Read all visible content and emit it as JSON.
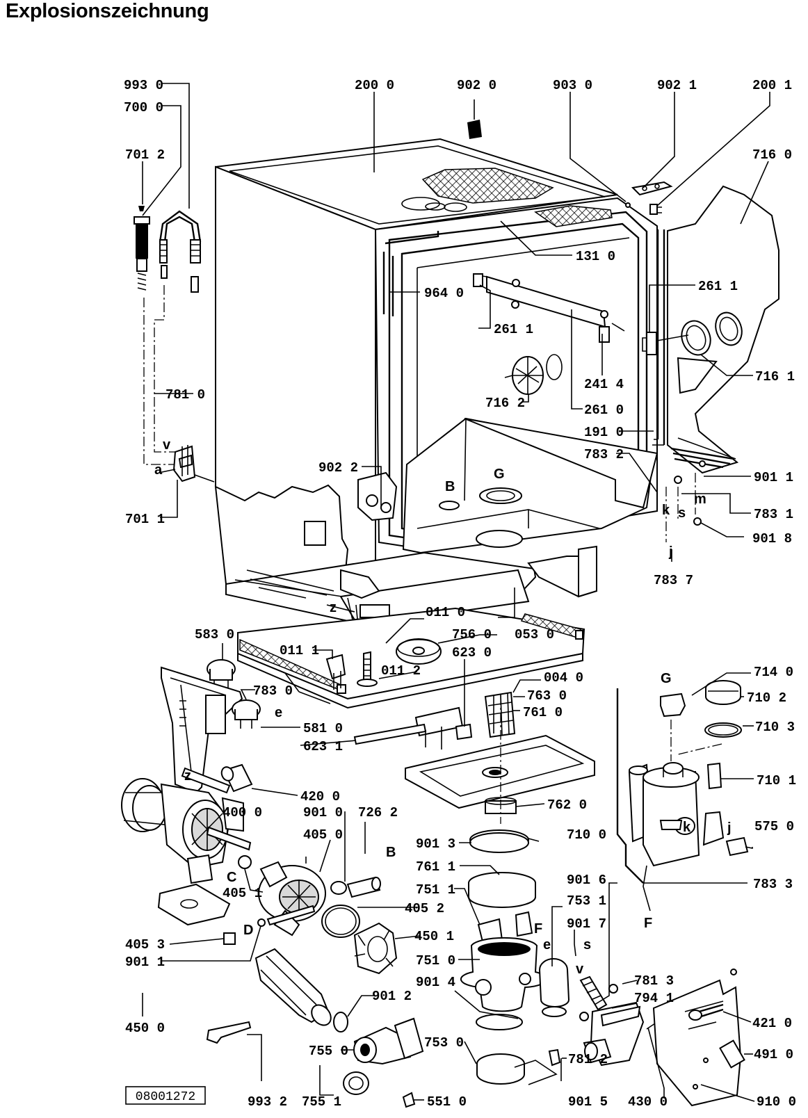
{
  "title": "Explosionszeichnung",
  "drawing_number": "08001272",
  "callouts": [
    {
      "id": "c1",
      "text": "993 0"
    },
    {
      "id": "c2",
      "text": "700 0"
    },
    {
      "id": "c3",
      "text": "701 2"
    },
    {
      "id": "c4",
      "text": "200 0"
    },
    {
      "id": "c5",
      "text": "902 0"
    },
    {
      "id": "c6",
      "text": "903 0"
    },
    {
      "id": "c7",
      "text": "902 1"
    },
    {
      "id": "c8",
      "text": "200 1"
    },
    {
      "id": "c9",
      "text": "716 0"
    },
    {
      "id": "c10",
      "text": "131 0"
    },
    {
      "id": "c11",
      "text": "964 0"
    },
    {
      "id": "c12",
      "text": "261 1"
    },
    {
      "id": "c13",
      "text": "261 1"
    },
    {
      "id": "c14",
      "text": "716 1"
    },
    {
      "id": "c15",
      "text": "241 4"
    },
    {
      "id": "c16",
      "text": "716 2"
    },
    {
      "id": "c17",
      "text": "261 0"
    },
    {
      "id": "c18",
      "text": "191 0"
    },
    {
      "id": "c19",
      "text": "781 0"
    },
    {
      "id": "c20",
      "text": "783 2"
    },
    {
      "id": "c21",
      "text": "901 1"
    },
    {
      "id": "c22",
      "text": "902 2"
    },
    {
      "id": "c23",
      "text": "783 1"
    },
    {
      "id": "c24",
      "text": "701 1"
    },
    {
      "id": "c25",
      "text": "901 8"
    },
    {
      "id": "c26",
      "text": "783 7"
    },
    {
      "id": "c27",
      "text": "011 0"
    },
    {
      "id": "c28",
      "text": "583 0"
    },
    {
      "id": "c29",
      "text": "756 0"
    },
    {
      "id": "c30",
      "text": "053 0"
    },
    {
      "id": "c31",
      "text": "011 1"
    },
    {
      "id": "c32",
      "text": "623 0"
    },
    {
      "id": "c33",
      "text": "011 2"
    },
    {
      "id": "c34",
      "text": "004 0"
    },
    {
      "id": "c35",
      "text": "714 0"
    },
    {
      "id": "c36",
      "text": "783 0"
    },
    {
      "id": "c37",
      "text": "763 0"
    },
    {
      "id": "c38",
      "text": "710 2"
    },
    {
      "id": "c39",
      "text": "761 0"
    },
    {
      "id": "c40",
      "text": "581 0"
    },
    {
      "id": "c41",
      "text": "710 3"
    },
    {
      "id": "c42",
      "text": "623 1"
    },
    {
      "id": "c43",
      "text": "710 1"
    },
    {
      "id": "c44",
      "text": "420 0"
    },
    {
      "id": "c45",
      "text": "400 0"
    },
    {
      "id": "c46",
      "text": "762 0"
    },
    {
      "id": "c47",
      "text": "901 0"
    },
    {
      "id": "c48",
      "text": "726 2"
    },
    {
      "id": "c49",
      "text": "405 0"
    },
    {
      "id": "c50",
      "text": "710 0"
    },
    {
      "id": "c51",
      "text": "575 0"
    },
    {
      "id": "c52",
      "text": "901 3"
    },
    {
      "id": "c53",
      "text": "761 1"
    },
    {
      "id": "c54",
      "text": "901 6"
    },
    {
      "id": "c55",
      "text": "405 1"
    },
    {
      "id": "c56",
      "text": "783 3"
    },
    {
      "id": "c57",
      "text": "751 1"
    },
    {
      "id": "c58",
      "text": "405 2"
    },
    {
      "id": "c59",
      "text": "753 1"
    },
    {
      "id": "c60",
      "text": "901 7"
    },
    {
      "id": "c61",
      "text": "450 1"
    },
    {
      "id": "c62",
      "text": "405 3"
    },
    {
      "id": "c63",
      "text": "901 1"
    },
    {
      "id": "c64",
      "text": "751 0"
    },
    {
      "id": "c65",
      "text": "781 3"
    },
    {
      "id": "c66",
      "text": "901 4"
    },
    {
      "id": "c67",
      "text": "901 2"
    },
    {
      "id": "c68",
      "text": "794 1"
    },
    {
      "id": "c69",
      "text": "450 0"
    },
    {
      "id": "c70",
      "text": "421 0"
    },
    {
      "id": "c71",
      "text": "755 0"
    },
    {
      "id": "c72",
      "text": "753 0"
    },
    {
      "id": "c73",
      "text": "491 0"
    },
    {
      "id": "c74",
      "text": "781 2"
    },
    {
      "id": "c75",
      "text": "993 2"
    },
    {
      "id": "c76",
      "text": "755 1"
    },
    {
      "id": "c77",
      "text": "551 0"
    },
    {
      "id": "c78",
      "text": "901 5"
    },
    {
      "id": "c79",
      "text": "430 0"
    },
    {
      "id": "c80",
      "text": "910 0"
    }
  ],
  "letters": [
    {
      "id": "l1",
      "text": "a"
    },
    {
      "id": "l2",
      "text": "v"
    },
    {
      "id": "l3",
      "text": "G"
    },
    {
      "id": "l4",
      "text": "B"
    },
    {
      "id": "l5",
      "text": "k"
    },
    {
      "id": "l6",
      "text": "m"
    },
    {
      "id": "l7",
      "text": "s"
    },
    {
      "id": "l8",
      "text": "j"
    },
    {
      "id": "l9",
      "text": "z"
    },
    {
      "id": "l10",
      "text": "e"
    },
    {
      "id": "l11",
      "text": "G"
    },
    {
      "id": "l12",
      "text": "z"
    },
    {
      "id": "l13",
      "text": "B"
    },
    {
      "id": "l14",
      "text": "C"
    },
    {
      "id": "l15",
      "text": "k"
    },
    {
      "id": "l16",
      "text": "j"
    },
    {
      "id": "l17",
      "text": "D"
    },
    {
      "id": "l18",
      "text": "F"
    },
    {
      "id": "l19",
      "text": "F"
    },
    {
      "id": "l20",
      "text": "e"
    },
    {
      "id": "l21",
      "text": "s"
    },
    {
      "id": "l22",
      "text": "v"
    }
  ]
}
